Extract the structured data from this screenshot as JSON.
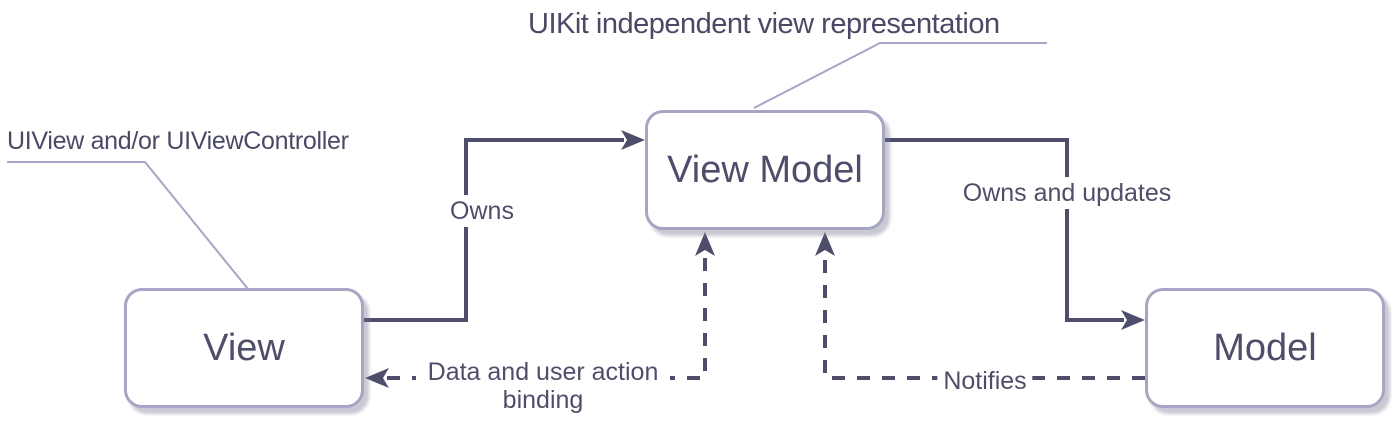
{
  "diagram": {
    "annotations": {
      "view_model_note": "UIKit independent view representation",
      "view_note": "UIView and/or UIViewController"
    },
    "nodes": {
      "view": {
        "label": "View"
      },
      "view_model": {
        "label": "View Model"
      },
      "model": {
        "label": "Model"
      }
    },
    "edges": {
      "owns": {
        "label": "Owns",
        "style": "solid",
        "from": "View",
        "to": "View Model"
      },
      "owns_and_updates": {
        "label": "Owns and updates",
        "style": "solid",
        "from": "View Model",
        "to": "Model"
      },
      "binding": {
        "label": "Data and user action binding",
        "style": "dashed",
        "from": "View Model",
        "to": "View"
      },
      "notifies": {
        "label": "Notifies",
        "style": "dashed",
        "from": "Model",
        "to": "View Model"
      }
    },
    "colors": {
      "connector_line": "#4e4e6b",
      "node_border": "#a6a6c4",
      "node_fill": "#ffffff",
      "text": "#4e4e6b",
      "callout_line": "#a6a6c4",
      "shadow": "#b9b9c9",
      "background": "#ffffff"
    }
  }
}
